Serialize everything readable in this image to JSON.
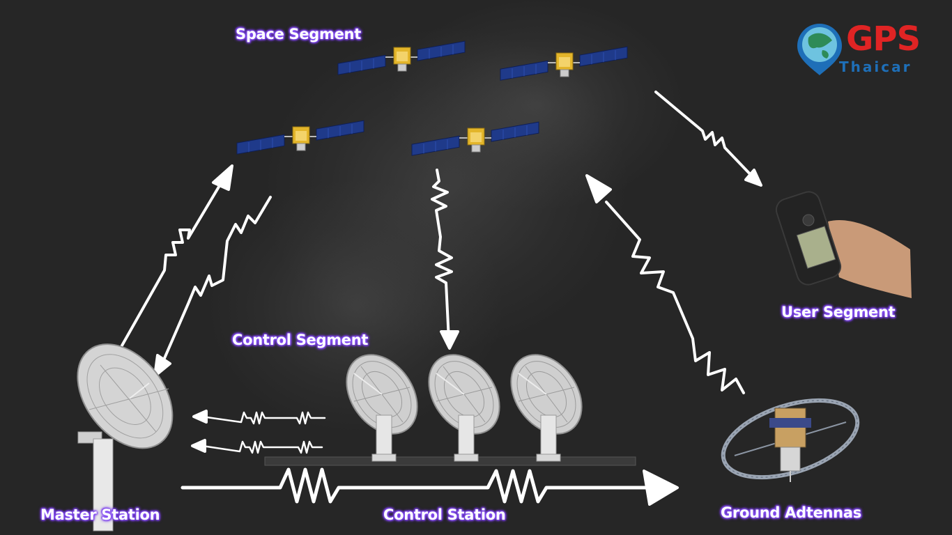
{
  "labels": {
    "space_segment": "Space Segment",
    "control_segment": "Control Segment",
    "user_segment": "User Segment",
    "master_station": "Master Station",
    "control_station": "Control Station",
    "ground_antennas": "Ground Adtennas"
  },
  "logo": {
    "brand": "GPS",
    "subtitle": "Thaicar"
  },
  "colors": {
    "background": "#262626",
    "label_glow": "#8b5cf6",
    "arrow": "#ffffff",
    "logo_red": "#e02424",
    "logo_blue": "#1e6fb8",
    "panel_blue": "#1f3a8a",
    "satellite_gold": "#e3b52a"
  }
}
